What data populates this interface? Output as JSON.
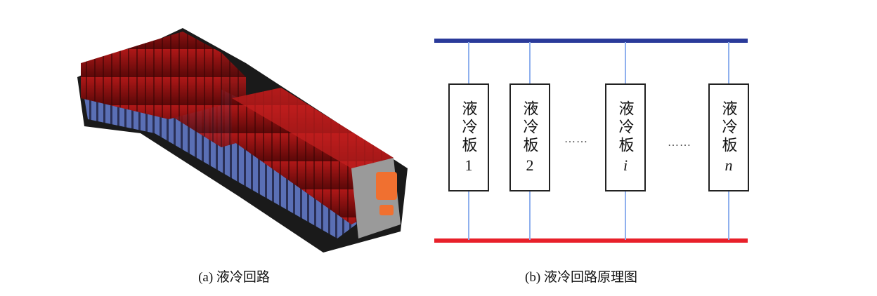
{
  "figure_a": {
    "caption": "(a) 液冷回路",
    "image": "battery-pack-liquid-cooling-render"
  },
  "figure_b": {
    "caption": "(b) 液冷回路原理图",
    "top_pipe_color": "#2a3a9a",
    "bottom_pipe_color": "#e8202a",
    "branch_color": "#8fb0ee",
    "plates": [
      {
        "label": "液冷板",
        "index": "1",
        "italic": false
      },
      {
        "label": "液冷板",
        "index": "2",
        "italic": false
      },
      {
        "label": "液冷板",
        "index": "i",
        "italic": true
      },
      {
        "label": "液冷板",
        "index": "n",
        "italic": true
      }
    ],
    "ellipsis": "……"
  }
}
